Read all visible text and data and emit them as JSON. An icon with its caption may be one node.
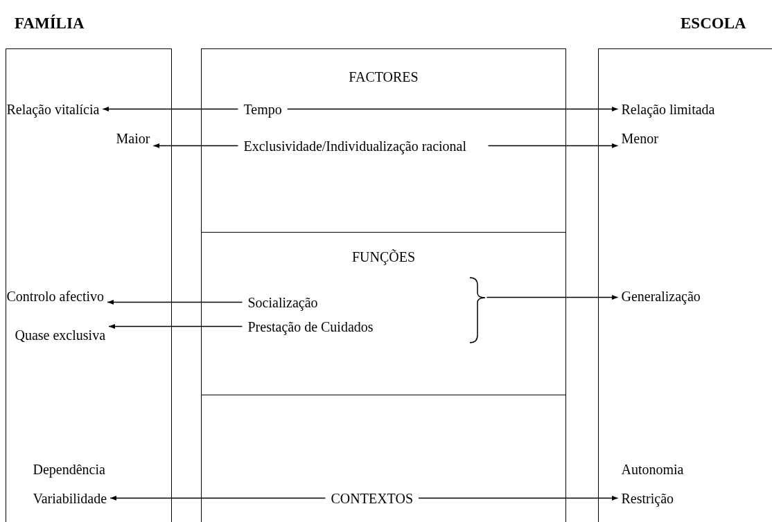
{
  "diagram": {
    "nodes": [
      {
        "text": [
          "FAMÍLIA"
        ]
      },
      {
        "text": [
          "Relação vitalícia"
        ],
        "in": 0
      },
      {
        "text": [
          "Maior"
        ],
        "in": 0
      },
      {
        "text": [
          "Controlo afectivo"
        ],
        "in": 0
      },
      {
        "text": [
          "Quase exclusiva"
        ],
        "in": 0
      },
      {
        "text": [
          "Dependência"
        ],
        "in": 0
      },
      {
        "text": [
          "Variabilidade"
        ],
        "in": 0
      },
      {
        "text": [
          "FACTORES"
        ]
      },
      {
        "text": [
          "Tempo"
        ],
        "in": 7
      },
      {
        "text": [
          "Exclusividade/Individualização racional"
        ],
        "in": 7
      },
      {
        "text": [
          "FUNÇÕES"
        ]
      },
      {
        "text": [
          "Socialização"
        ],
        "in": 10
      },
      {
        "text": [
          "Prestação de Cuidados"
        ],
        "in": 10
      },
      {
        "text": [],
        "shape": "brace",
        "in": 10
      },
      {
        "text": [],
        "shape": "box"
      },
      {
        "text": [
          "CONTEXTOS"
        ],
        "in": 14
      },
      {
        "text": [
          "ESCOLA"
        ]
      },
      {
        "text": [
          "Relação limitada"
        ],
        "in": 16
      },
      {
        "text": [
          "Menor"
        ],
        "in": 16
      },
      {
        "text": [
          "Generalização"
        ],
        "in": 16
      },
      {
        "text": [
          "Autonomia"
        ],
        "in": 16
      },
      {
        "text": [
          "Restrição"
        ],
        "in": 16
      }
    ],
    "edges": [
      {
        "from": 8,
        "to": 1,
        "arrow": "to"
      },
      {
        "from": 8,
        "to": 17,
        "arrow": "to"
      },
      {
        "from": 9,
        "to": 2,
        "arrow": "to"
      },
      {
        "from": 9,
        "to": 18,
        "arrow": "to"
      },
      {
        "from": 11,
        "to": 3,
        "arrow": "to"
      },
      {
        "from": 12,
        "to": 4,
        "arrow": "to"
      },
      {
        "from": 13,
        "to": 19,
        "arrow": "to"
      },
      {
        "from": 15,
        "to": 6,
        "arrow": "to"
      },
      {
        "from": 15,
        "to": 21,
        "arrow": "to"
      }
    ]
  }
}
